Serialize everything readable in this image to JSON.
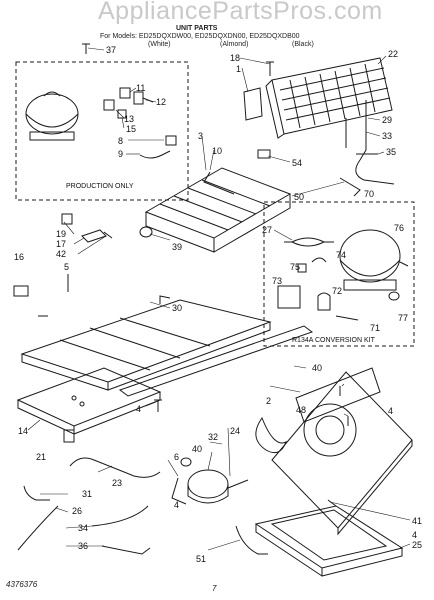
{
  "watermark": "AppliancePartsPros.com",
  "header": {
    "title": "UNIT PARTS",
    "models": "For Models: ED25DQXDW00, ED25DQXDN00, ED25DQXDB00",
    "colors": [
      "(White)",
      "(Almond)",
      "(Black)"
    ]
  },
  "boxes": {
    "production_only": "PRODUCTION ONLY",
    "conversion_kit": "R134A CONVERSION KIT"
  },
  "part_numbers": [
    "37",
    "18",
    "22",
    "1",
    "12",
    "11",
    "13",
    "15",
    "8",
    "9",
    "29",
    "33",
    "3",
    "10",
    "35",
    "54",
    "50",
    "70",
    "76",
    "74",
    "75",
    "73",
    "72",
    "71",
    "77",
    "19",
    "17",
    "42",
    "16",
    "5",
    "39",
    "27",
    "30",
    "40",
    "4",
    "48",
    "14",
    "2",
    "21",
    "32",
    "24",
    "6",
    "40",
    "23",
    "31",
    "26",
    "34",
    "36",
    "51",
    "25",
    "41",
    "4",
    "4",
    "4"
  ],
  "footer": {
    "doc_number": "4376376",
    "page": "7"
  },
  "colors": {
    "line": "#1a1a1a",
    "watermark": "#c9c9c9"
  }
}
